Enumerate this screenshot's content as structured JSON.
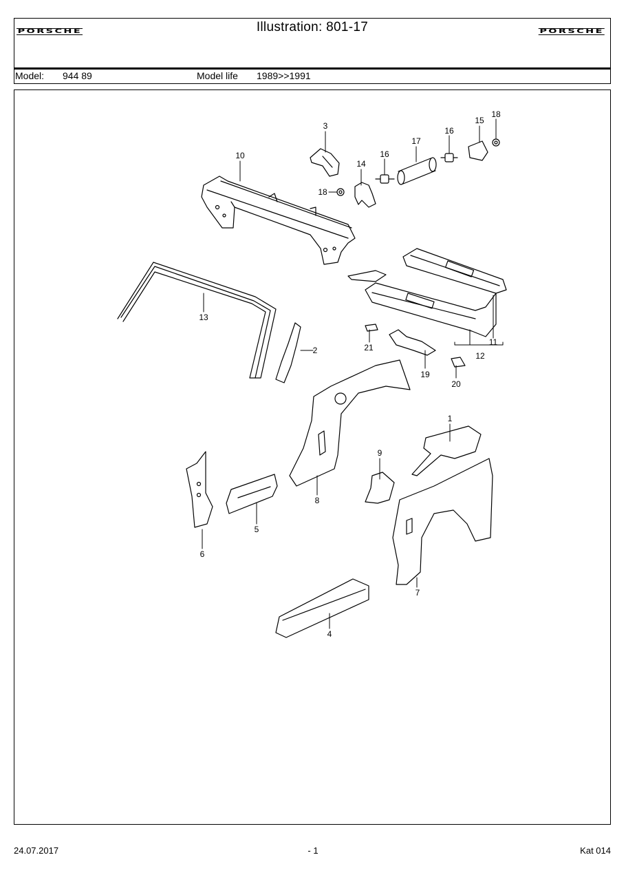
{
  "header": {
    "title": "Illustration: 801-17",
    "brand_left": "PORSCHE",
    "brand_right": "PORSCHE",
    "model_label": "Model:",
    "model_value": "944 89",
    "model_life_label": "Model life",
    "model_life_value": "1989>>1991"
  },
  "callouts": [
    "1",
    "2",
    "3",
    "4",
    "5",
    "6",
    "7",
    "8",
    "9",
    "10",
    "11",
    "12",
    "13",
    "14",
    "15",
    "16",
    "16",
    "17",
    "18",
    "18",
    "19",
    "20",
    "21"
  ],
  "footer": {
    "date": "24.07.2017",
    "page": "- 1",
    "catalog": "Kat 014"
  }
}
